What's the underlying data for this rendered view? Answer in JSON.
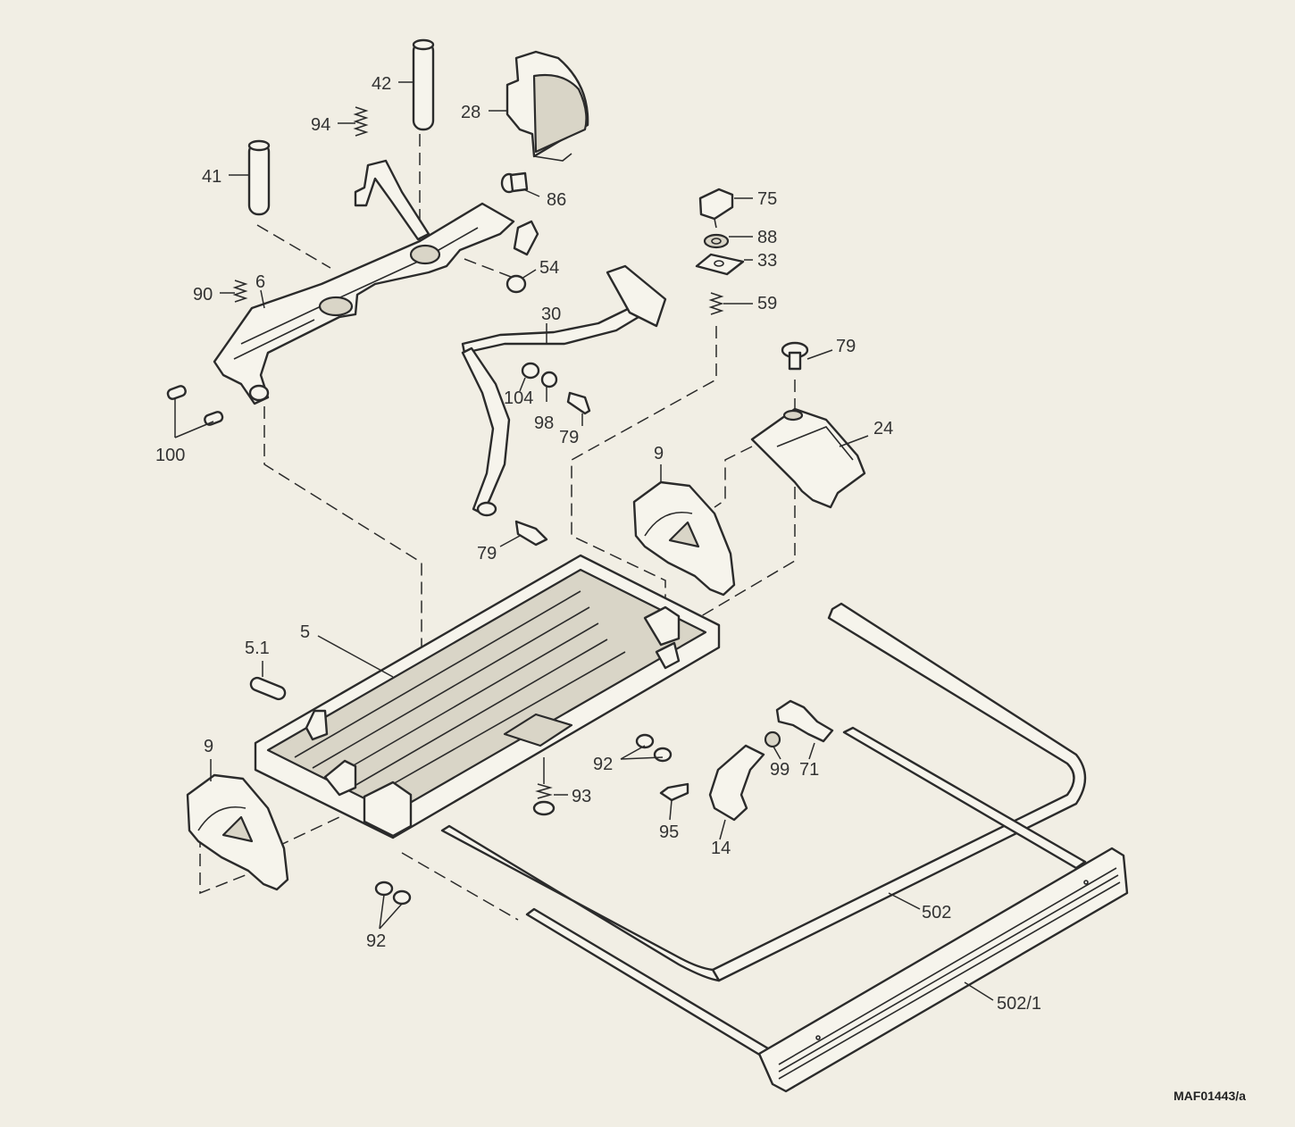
{
  "callouts": {
    "c42": "42",
    "c28": "28",
    "c94": "94",
    "c41": "41",
    "c86": "86",
    "c75": "75",
    "c88": "88",
    "c33": "33",
    "c54": "54",
    "c90": "90",
    "c6": "6",
    "c30": "30",
    "c59": "59",
    "c79a": "79",
    "c104": "104",
    "c98": "98",
    "c79b": "79",
    "c100": "100",
    "c24": "24",
    "c9a": "9",
    "c79c": "79",
    "c5": "5",
    "c5_1": "5.1",
    "c9b": "9",
    "c92a": "92",
    "c99": "99",
    "c71": "71",
    "c93": "93",
    "c95": "95",
    "c14": "14",
    "c92b": "92",
    "c502": "502",
    "c502_1": "502/1"
  },
  "drawing_ref": "MAF01443/a"
}
